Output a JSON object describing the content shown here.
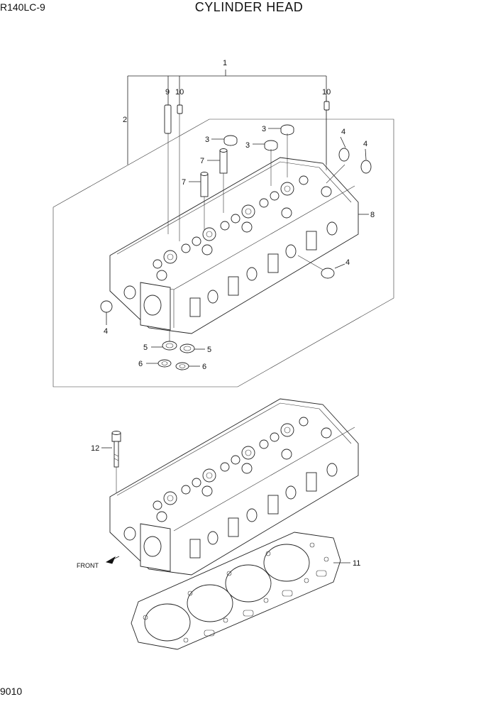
{
  "header": {
    "model": "R140LC-9",
    "title": "CYLINDER HEAD"
  },
  "footer": {
    "page_number": "9010"
  },
  "direction_label": "FRONT",
  "callouts": {
    "c1": "1",
    "c2": "2",
    "c3a": "3",
    "c3b": "3",
    "c3c": "3",
    "c4a": "4",
    "c4b": "4",
    "c4c": "4",
    "c4d": "4",
    "c5a": "5",
    "c5b": "5",
    "c6a": "6",
    "c6b": "6",
    "c7a": "7",
    "c7b": "7",
    "c8": "8",
    "c9": "9",
    "c10a": "10",
    "c10b": "10",
    "c11": "11",
    "c12": "12"
  }
}
